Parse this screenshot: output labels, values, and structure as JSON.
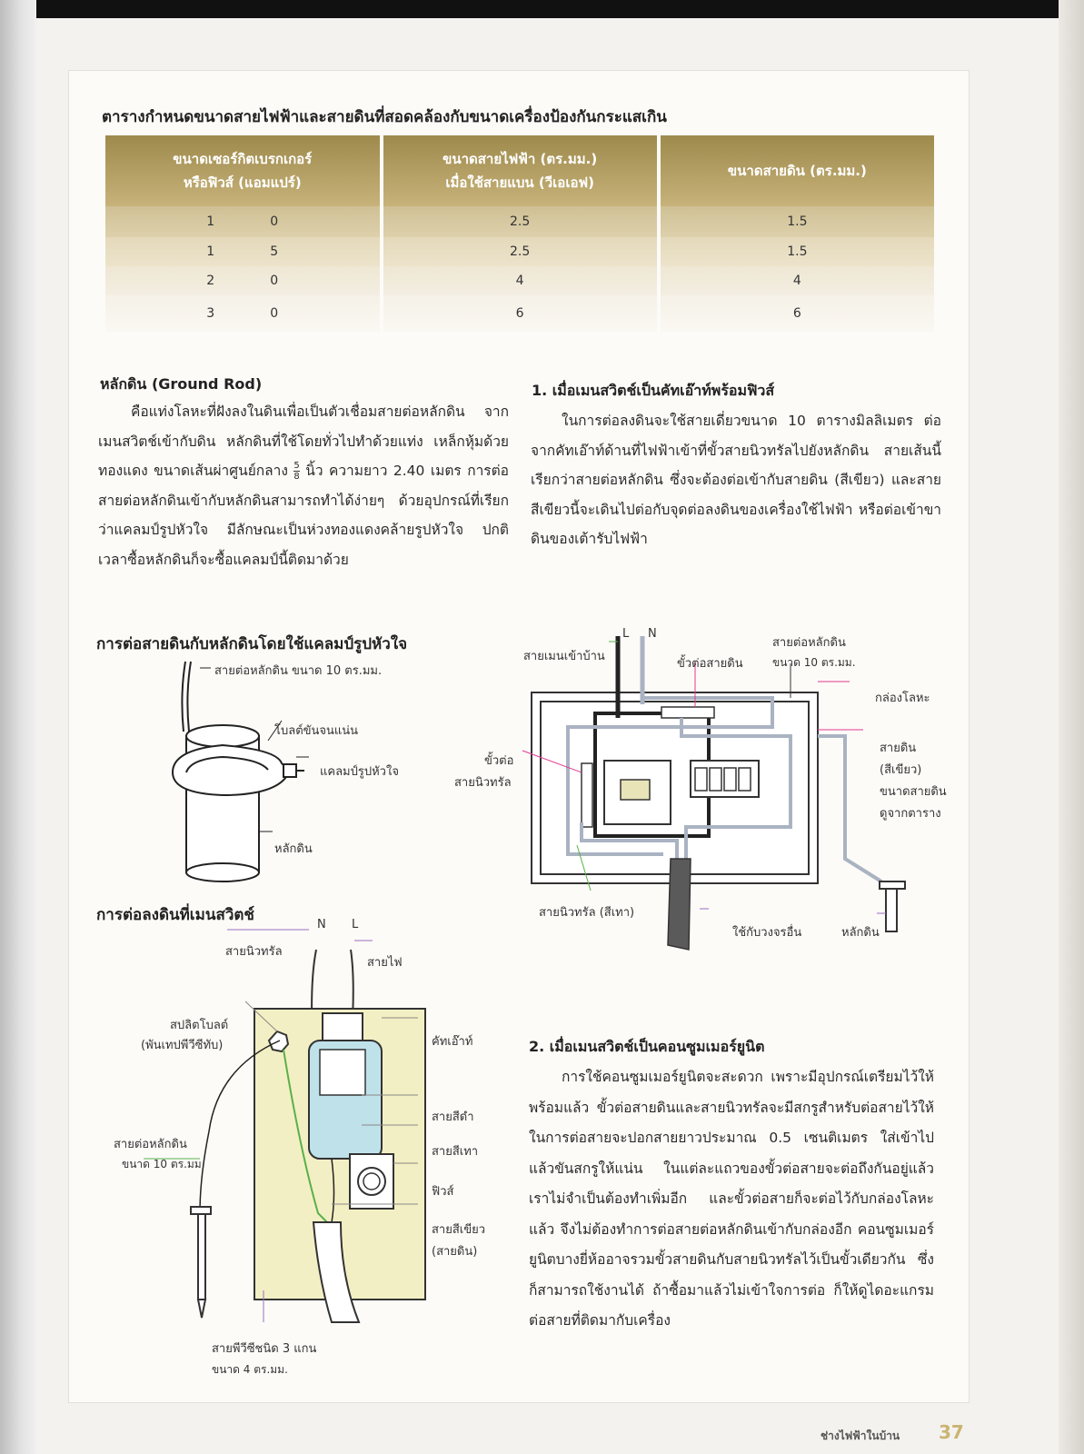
{
  "table": {
    "title": "ตารางกำหนดขนาดสายไฟฟ้าและสายดินที่สอดคล้องกับขนาดเครื่องป้องกันกระแสเกิน",
    "headers": [
      "ขนาดเซอร์กิตเบรกเกอร์\nหรือฟิวส์ (แอมแปร์)",
      "ขนาดสายไฟฟ้า (ตร.มม.)\nเมื่อใช้สายแบน (วีเอเอฟ)",
      "ขนาดสายดิน (ตร.มม.)"
    ],
    "rows": [
      {
        "amp_tens": "1",
        "amp_units": "0",
        "wire": "2.5",
        "ground": "1.5"
      },
      {
        "amp_tens": "1",
        "amp_units": "5",
        "wire": "2.5",
        "ground": "1.5"
      },
      {
        "amp_tens": "2",
        "amp_units": "0",
        "wire": "4",
        "ground": "4"
      },
      {
        "amp_tens": "3",
        "amp_units": "0",
        "wire": "6",
        "ground": "6"
      }
    ]
  },
  "ground_rod": {
    "heading": "หลักดิน (Ground Rod)",
    "body_1": "คือแท่งโลหะที่ฝังลงในดินเพื่อเป็นตัวเชื่อมสายต่อหลักดิน จากเมนสวิตช์เข้ากับดิน หลักดินที่ใช้โดยทั่วไปทำด้วยแท่ง เหล็กหุ้มด้วยทองแดง ขนาดเส้นผ่าศูนย์กลาง",
    "fraction_num": "5",
    "fraction_den": "8",
    "body_2": "นิ้ว ความยาว 2.40 เมตร การต่อสายต่อหลักดินเข้ากับหลักดินสามารถทำได้ง่ายๆ ด้วยอุปกรณ์ที่เรียกว่าแคลมป์รูปหัวใจ มีลักษณะเป็นห่วงทองแดงคล้ายรูปหัวใจ ปกติเวลาซื้อหลักดินก็จะซื้อแคลมป์นี้ติดมาด้วย"
  },
  "section1": {
    "heading": "1. เมื่อเมนสวิตช์เป็นคัทเอ๊าท์พร้อมฟิวส์",
    "body": "ในการต่อลงดินจะใช้สายเดี่ยวขนาด 10 ตารางมิลลิเมตร ต่อจากคัทเอ๊าท์ด้านที่ไฟฟ้าเข้าที่ขั้วสายนิวทรัลไปยังหลักดิน สายเส้นนี้เรียกว่าสายต่อหลักดิน ซึ่งจะต้องต่อเข้ากับสายดิน (สีเขียว) และสายสีเขียวนี้จะเดินไปต่อกับจุดต่อลงดินของเครื่องใช้ไฟฟ้า หรือต่อเข้าขาดินของเต้ารับไฟฟ้า"
  },
  "clamp_diagram": {
    "heading": "การต่อสายดินกับหลักดินโดยใช้แคลมป์รูปหัวใจ",
    "wire_label": "สายต่อหลักดิน ขนาด 10 ตร.มม.",
    "bolt_label": "โบลต์ขันจนแน่น",
    "clamp_label": "แคลมป์รูปหัวใจ",
    "rod_label": "หลักดิน"
  },
  "main_switch_diagram": {
    "heading": "การต่อลงดินที่เมนสวิตช์",
    "n": "N",
    "l": "L",
    "neutral_label": "สายนิวทรัล",
    "live_label": "สายไฟ",
    "split_bolt_1": "สปลิตโบลต์",
    "split_bolt_2": "(พันเทปพีวีซีทับ)",
    "cutout": "คัทเอ๊าท์",
    "black": "สายสีดำ",
    "gray": "สายสีเทา",
    "fuse": "ฟิวส์",
    "green_1": "สายสีเขียว",
    "green_2": "(สายดิน)",
    "ground_wire_1": "สายต่อหลักดิน",
    "ground_wire_2": "ขนาด 10 ตร.มม.",
    "pvc_1": "สายพีวีซีชนิด 3 แกน",
    "pvc_2": "ขนาด 4 ตร.มม."
  },
  "consumer_unit_diagram": {
    "l": "L",
    "n": "N",
    "main_entry": "สายเมนเข้าบ้าน",
    "ground_terminal": "ขั้วต่อสายดิน",
    "ground_wire_1": "สายต่อหลักดิน",
    "ground_wire_2": "ขนาด 10 ตร.มม.",
    "metal_box": "กล่องโลหะ",
    "neutral_terminal_1": "ขั้วต่อ",
    "neutral_terminal_2": "สายนิวทรัล",
    "ground_1": "สายดิน",
    "ground_2": "(สีเขียว)",
    "ground_3": "ขนาดสายดิน",
    "ground_4": "ดูจากตาราง",
    "neutral_wire": "สายนิวทรัล (สีเทา)",
    "other_circuits": "ใช้กับวงจรอื่น",
    "ground_rod": "หลักดิน"
  },
  "section2": {
    "heading": "2. เมื่อเมนสวิตช์เป็นคอนซูมเมอร์ยูนิต",
    "body": "การใช้คอนซูมเมอร์ยูนิตจะสะดวก เพราะมีอุปกรณ์เตรียมไว้ให้พร้อมแล้ว ขั้วต่อสายดินและสายนิวทรัลจะมีสกรูสำหรับต่อสายไว้ให้ ในการต่อสายจะปอกสายยาวประมาณ 0.5 เซนติเมตร ใส่เข้าไปแล้วขันสกรูให้แน่น ในแต่ละแถวของขั้วต่อสายจะต่อถึงกันอยู่แล้ว เราไม่จำเป็นต้องทำเพิ่มอีก และขั้วต่อสายก็จะต่อไว้กับกล่องโลหะแล้ว จึงไม่ต้องทำการต่อสายต่อหลักดินเข้ากับกล่องอีก คอนซูมเมอร์ยูนิตบางยี่ห้ออาจรวมขั้วสายดินกับสายนิวทรัลไว้เป็นขั้วเดียวกัน ซึ่งก็สามารถใช้งานได้ ถ้าซื้อมาแล้วไม่เข้าใจการต่อ ก็ให้ดูไดอะแกรมต่อสายที่ติดมากับเครื่อง"
  },
  "footer": {
    "book": "ช่างไฟฟ้าในบ้าน",
    "page": "37"
  }
}
